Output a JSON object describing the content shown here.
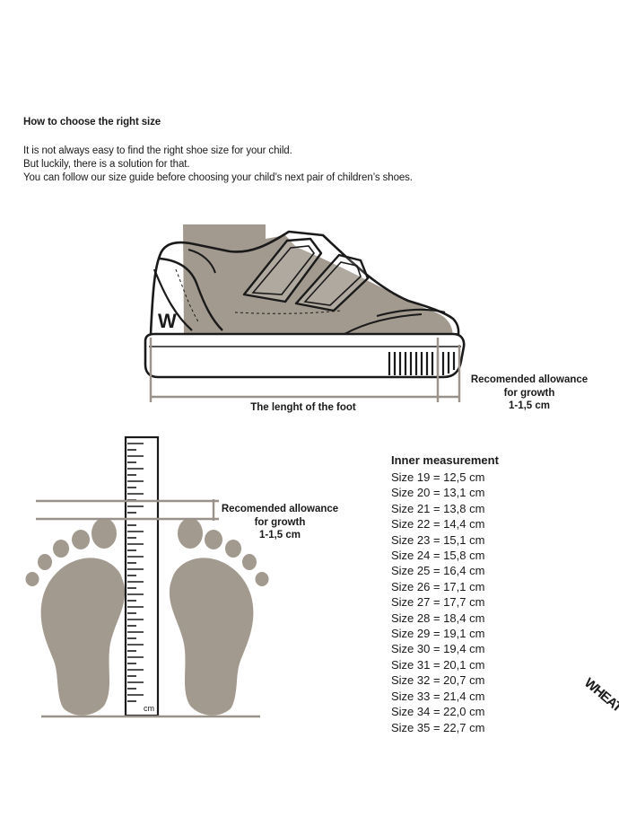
{
  "heading": "How to choose the right size",
  "intro": [
    "It is not always easy to find the right shoe size for your child.",
    "But luckily, there is a solution for that.",
    "You can follow our size guide before choosing your child’s next pair of children’s shoes."
  ],
  "shoe_figure": {
    "length_label": "The lenght of the foot",
    "allowance_label": [
      "Recomended allowance",
      "for growth",
      "1-1,5 cm"
    ],
    "logo_letter": "W"
  },
  "foot_figure": {
    "allowance_label": [
      "Recomended allowance",
      "for growth",
      "1-1,5 cm"
    ],
    "ruler_unit": "cm"
  },
  "size_table": {
    "title": "Inner measurement",
    "rows": [
      "Size 19 = 12,5 cm",
      "Size 20 = 13,1 cm",
      "Size 21 = 13,8 cm",
      "Size 22 = 14,4 cm",
      "Size 23 = 15,1 cm",
      "Size 24 = 15,8 cm",
      "Size 25 = 16,4 cm",
      "Size 26 = 17,1 cm",
      "Size 27 = 17,7 cm",
      "Size 28 = 18,4 cm",
      "Size 29 = 19,1 cm",
      "Size 30 = 19,4 cm",
      "Size 31 = 20,1 cm",
      "Size 32 = 20,7 cm",
      "Size 33 = 21,4 cm",
      "Size 34 = 22,0 cm",
      "Size 35 = 22,7 cm"
    ]
  },
  "brand_mark": "WHEAT",
  "colors": {
    "foot_gray": "#a39a8f",
    "line": "#1a1a1a",
    "measure_line": "#9a9189",
    "background": "#ffffff"
  }
}
